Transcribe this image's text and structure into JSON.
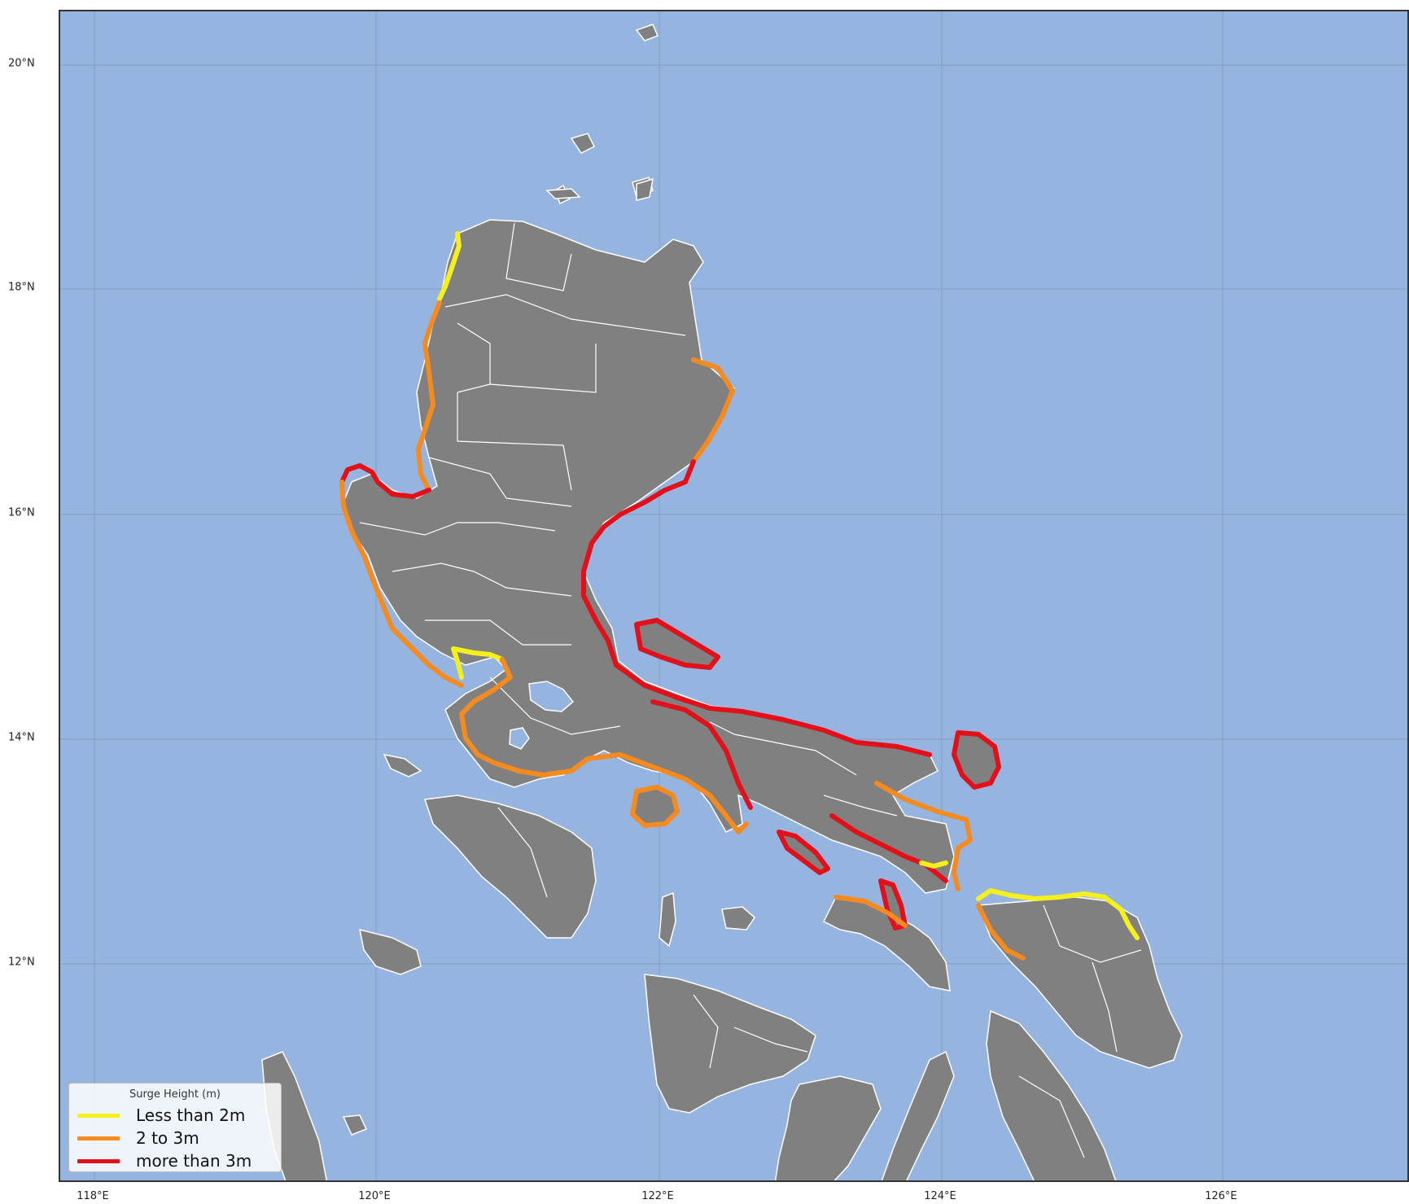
{
  "map": {
    "ocean_color": "#95b5e0",
    "land_color": "#808080",
    "border_color": "#ffffff",
    "grid_color": "#7f93b0",
    "lat_labels": [
      "20°N",
      "18°N",
      "16°N",
      "14°N",
      "12°N"
    ],
    "lon_labels": [
      "118°E",
      "120°E",
      "122°E",
      "124°E",
      "126°E"
    ]
  },
  "legend": {
    "title": "Surge Height (m)",
    "items": [
      {
        "label": "Less than 2m",
        "color": "#f5f01c"
      },
      {
        "label": "2 to 3m",
        "color": "#f58a1f"
      },
      {
        "label": "more than 3m",
        "color": "#e3101a"
      }
    ]
  }
}
